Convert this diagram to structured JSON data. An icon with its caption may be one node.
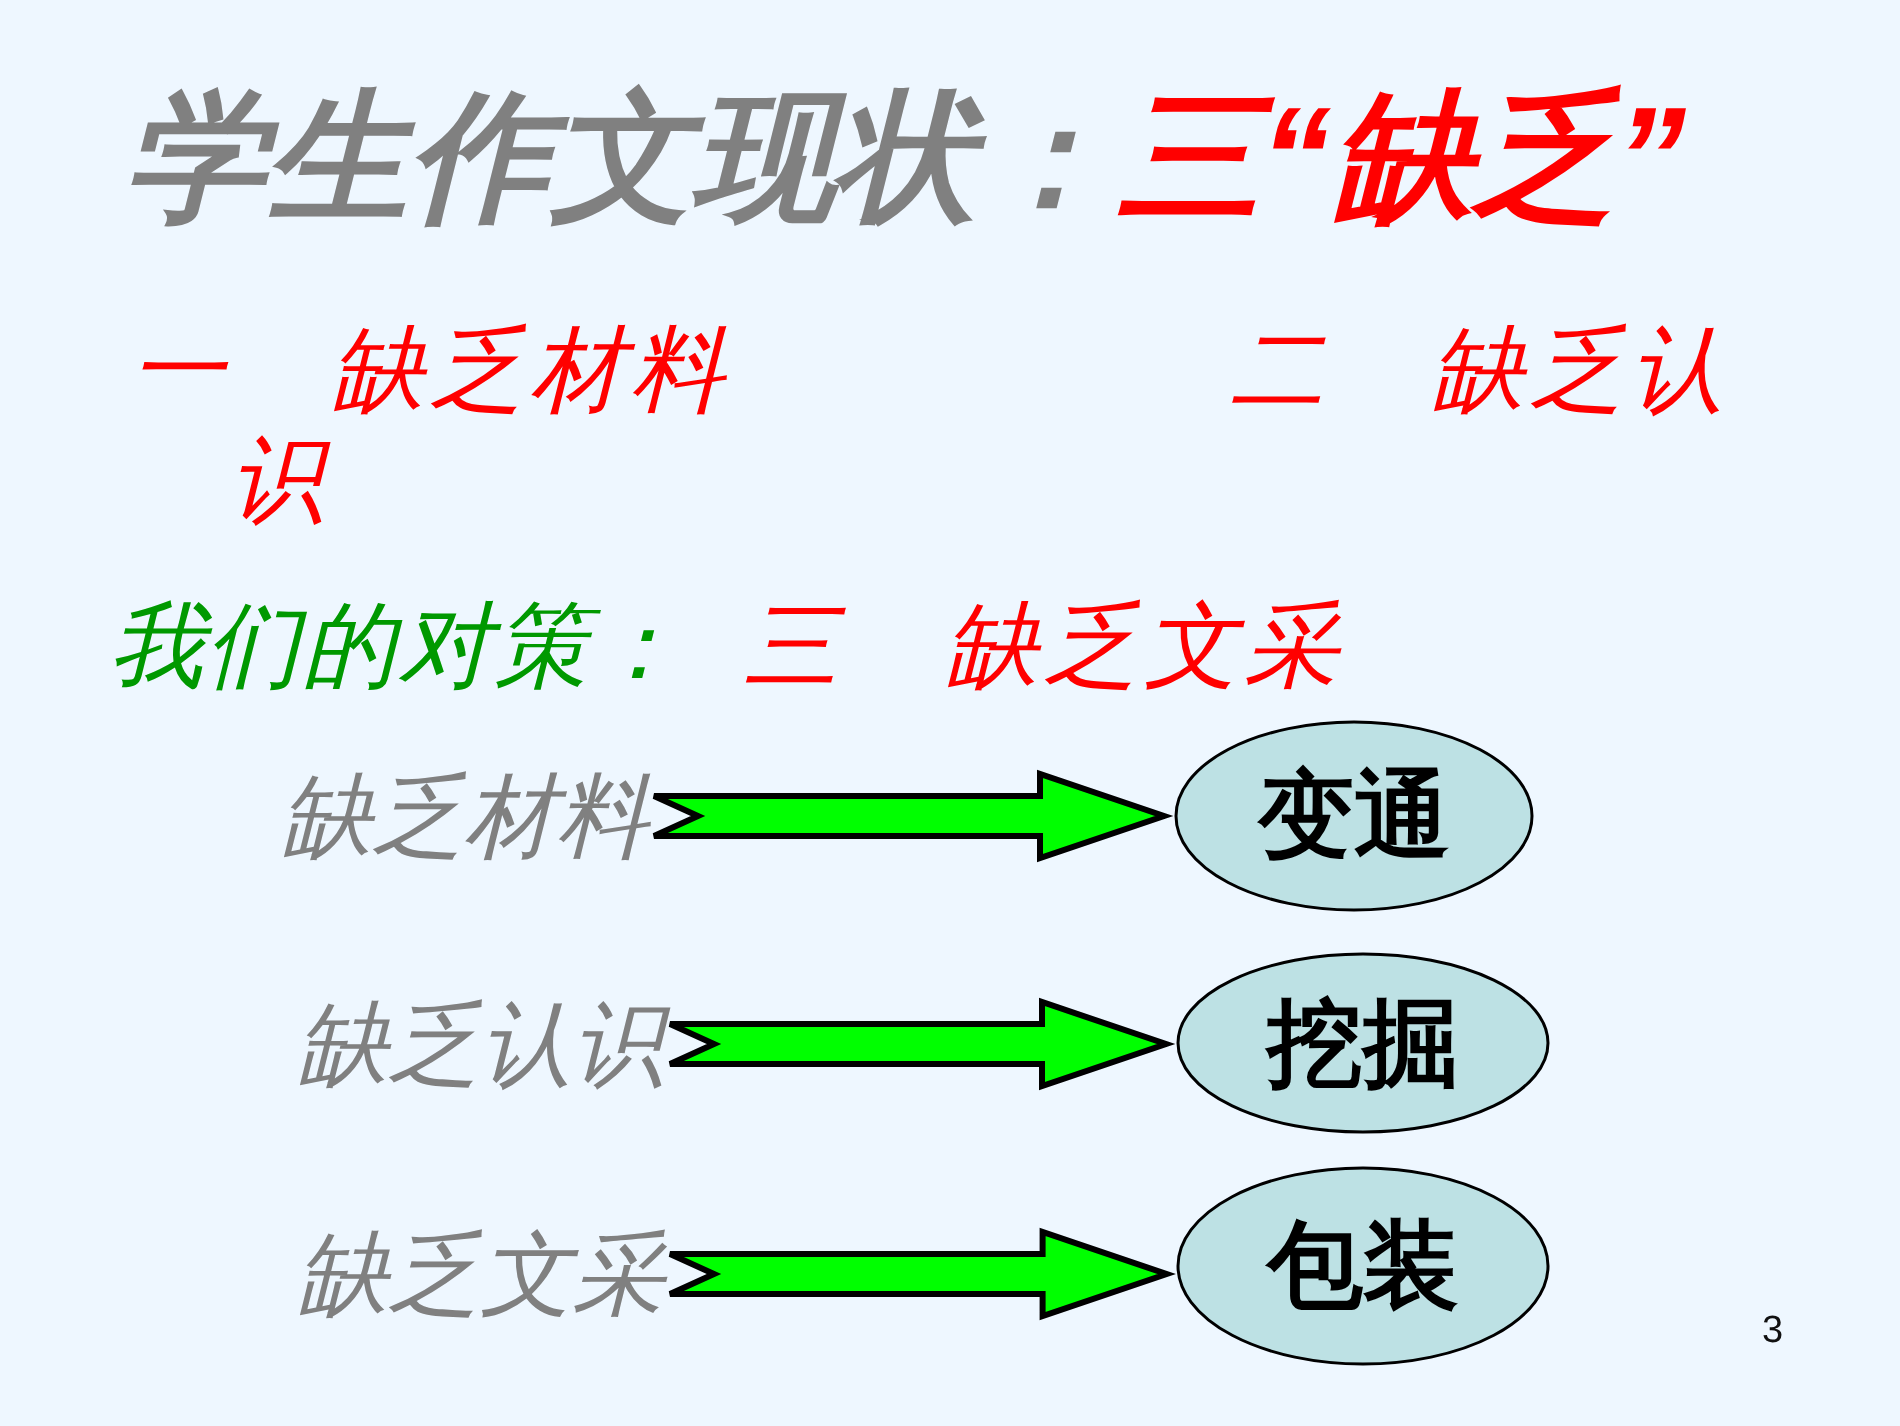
{
  "diagram": {
    "title": "学生作文现状：**三“缺乏”**",
    "nodes": [
      {
        "text": [
          "缺乏材料"
        ]
      },
      {
        "text": [
          "变通"
        ]
      },
      {
        "text": [
          "缺乏认识"
        ]
      },
      {
        "text": [
          "挖掘"
        ]
      },
      {
        "text": [
          "缺乏文采"
        ]
      },
      {
        "text": [
          "包装"
        ]
      }
    ],
    "edges": [
      {
        "from": 0,
        "to": 1,
        "arrow": "to"
      },
      {
        "from": 2,
        "to": 3,
        "arrow": "to"
      },
      {
        "from": 4,
        "to": 5,
        "arrow": "to"
      }
    ],
    "labels": [
      "一　缺乏材料　　　　　二　缺乏认识",
      "我们的对策：",
      "三　缺乏文采",
      "3"
    ]
  }
}
